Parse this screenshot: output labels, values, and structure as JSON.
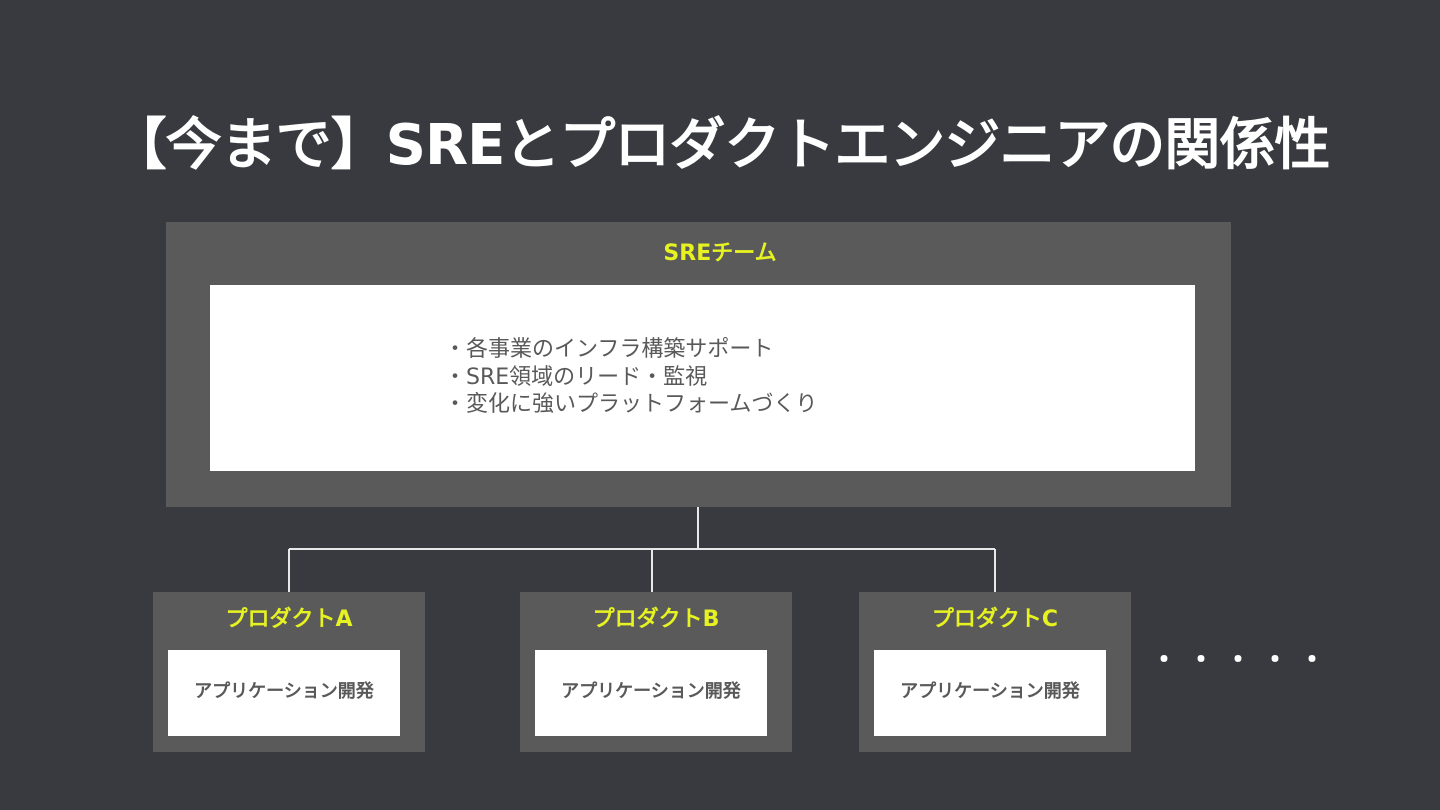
{
  "title": "【今まで】SREとプロダクトエンジニアの関係性",
  "sre_team": {
    "label": "SREチーム",
    "items": [
      "・各事業のインフラ構築サポート",
      "・SRE領域のリード・監視",
      "・変化に強いプラットフォームづくり"
    ]
  },
  "products": [
    {
      "label": "プロダクトA",
      "role": "アプリケーション開発"
    },
    {
      "label": "プロダクトB",
      "role": "アプリケーション開発"
    },
    {
      "label": "プロダクトC",
      "role": "アプリケーション開発"
    }
  ],
  "more": "・・・・・",
  "colors": {
    "background": "#383a3f",
    "panel": "#5a5a5a",
    "accent": "#e6f221",
    "text_dark": "#595959",
    "text_light": "#ffffff"
  }
}
